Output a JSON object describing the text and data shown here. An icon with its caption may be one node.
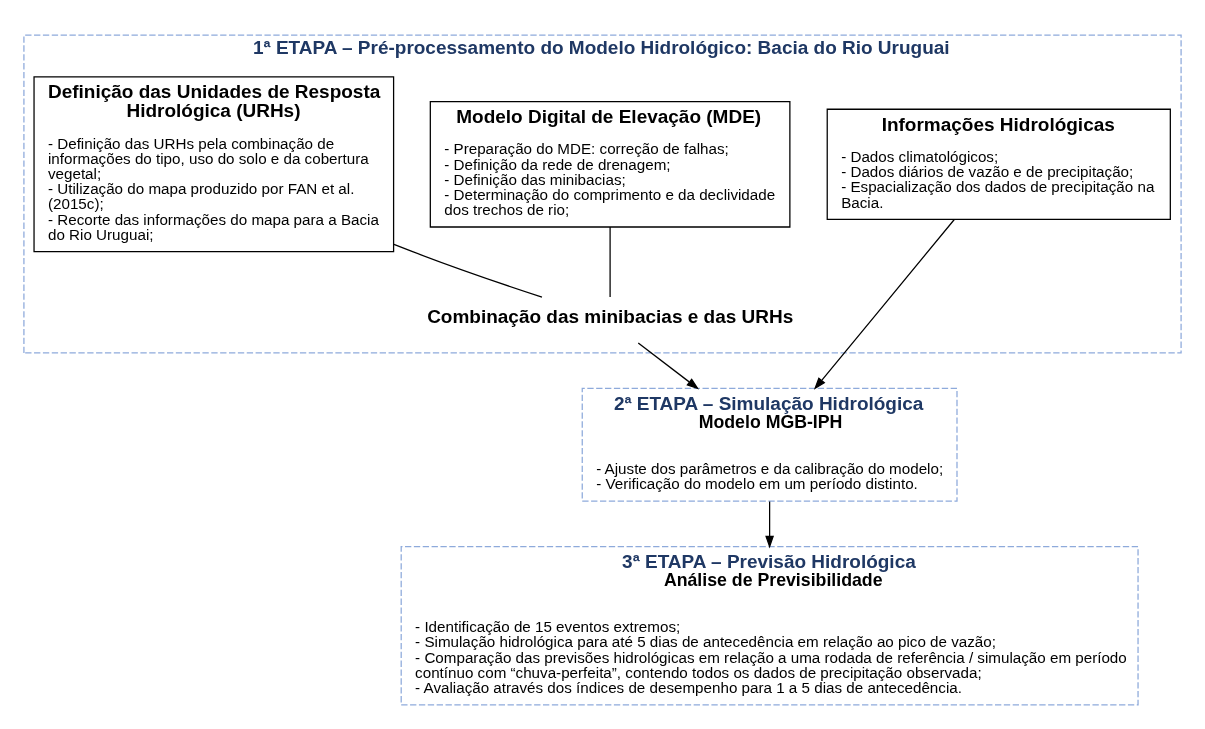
{
  "diagram": {
    "nodes": [
      {
        "text": [
          "1ª ETAPA – Pré-processamento do Modelo Hidrológico: Bacia do Rio Uruguai"
        ]
      },
      {
        "text": [
          "Modelo Digital de Elevação (MDE)",
          "- Preparação do MDE: correção de falhas;",
          "- Definição da rede de drenagem;",
          "- Definição das minibacias;",
          "- Determinação do comprimento e da declividade dos trechos de rio;"
        ],
        "in": 0
      },
      {
        "text": [
          "Definição das Unidades de Resposta Hidrológica (URHs)",
          "- Definição das URHs pela combinação de informações do tipo, uso do solo e da cobertura vegetal;",
          "- Utilização do mapa produzido por FAN et al. (2015c);",
          "- Recorte das informações do mapa para a Bacia do Rio Uruguai;"
        ],
        "in": 0
      },
      {
        "text": [
          "Informações Hidrológicas",
          "- Dados climatológicos;",
          "- Dados diários de vazão e de precipitação;",
          "- Espacialização dos dados de precipitação na Bacia."
        ],
        "in": 0
      },
      {
        "text": [
          "Combinação das minibacias e das URHs"
        ],
        "in": 0
      },
      {
        "text": [
          "2ª ETAPA – Simulação Hidrológica",
          "Modelo MGB-IPH",
          "- Ajuste dos parâmetros e da calibração do modelo;",
          "- Verificação do modelo em um período distinto."
        ]
      },
      {
        "text": [
          "3ª ETAPA – Previsão Hidrológica",
          "Análise de Previsibilidade",
          "- Identificação de 15 eventos extremos;",
          "- Simulação hidrológica para até 5 dias de antecedência em relação ao pico de vazão;",
          "- Comparação das previsões hidrológicas em relação a uma rodada de referência / simulação em período contínuo com “chuva-perfeita”, contendo todos os dados de precipitação observada;",
          "- Avaliação através dos índices de desempenho para 1 a 5 dias de antecedência."
        ]
      }
    ],
    "edges": [
      {
        "from": 1,
        "to": 4,
        "arrow": "none"
      },
      {
        "from": 2,
        "to": 4,
        "arrow": "none"
      },
      {
        "from": 4,
        "to": 5,
        "arrow": "to"
      },
      {
        "from": 3,
        "to": 5,
        "arrow": "to"
      },
      {
        "from": 5,
        "to": 6,
        "arrow": "to"
      }
    ]
  }
}
